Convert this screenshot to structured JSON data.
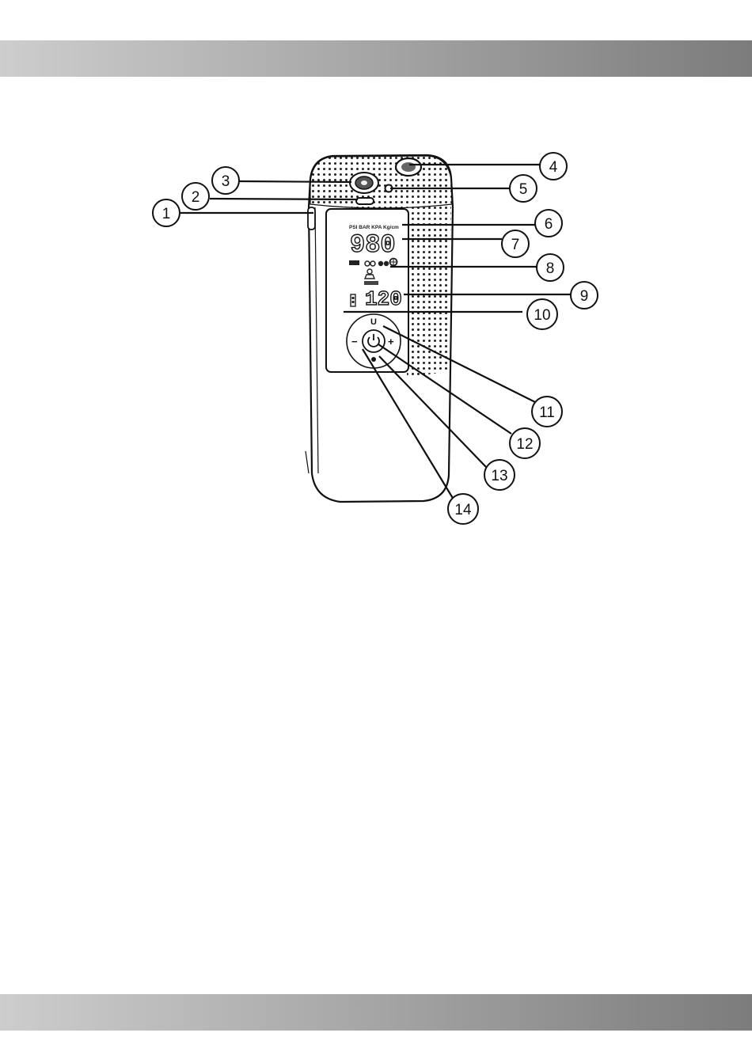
{
  "colors": {
    "band_light": "#cdcdcd",
    "band_dark": "#7c7c7c",
    "outline": "#111111"
  },
  "display": {
    "units_row": "PSI BAR KPA Kg/cm",
    "main_digits": "980",
    "second_digits": "120"
  },
  "buttons": {
    "minus": "−",
    "plus": "+",
    "top": "U",
    "bottom": "•",
    "power": "⏻"
  },
  "icons": [
    "car-icon",
    "bicycle-icon",
    "motorcycle-icon",
    "ball-icon",
    "person-icon",
    "battery-icon"
  ],
  "callouts": [
    {
      "number": "1"
    },
    {
      "number": "2"
    },
    {
      "number": "3"
    },
    {
      "number": "4"
    },
    {
      "number": "5"
    },
    {
      "number": "6"
    },
    {
      "number": "7"
    },
    {
      "number": "8"
    },
    {
      "number": "9"
    },
    {
      "number": "10"
    },
    {
      "number": "11"
    },
    {
      "number": "12"
    },
    {
      "number": "13"
    },
    {
      "number": "14"
    }
  ]
}
